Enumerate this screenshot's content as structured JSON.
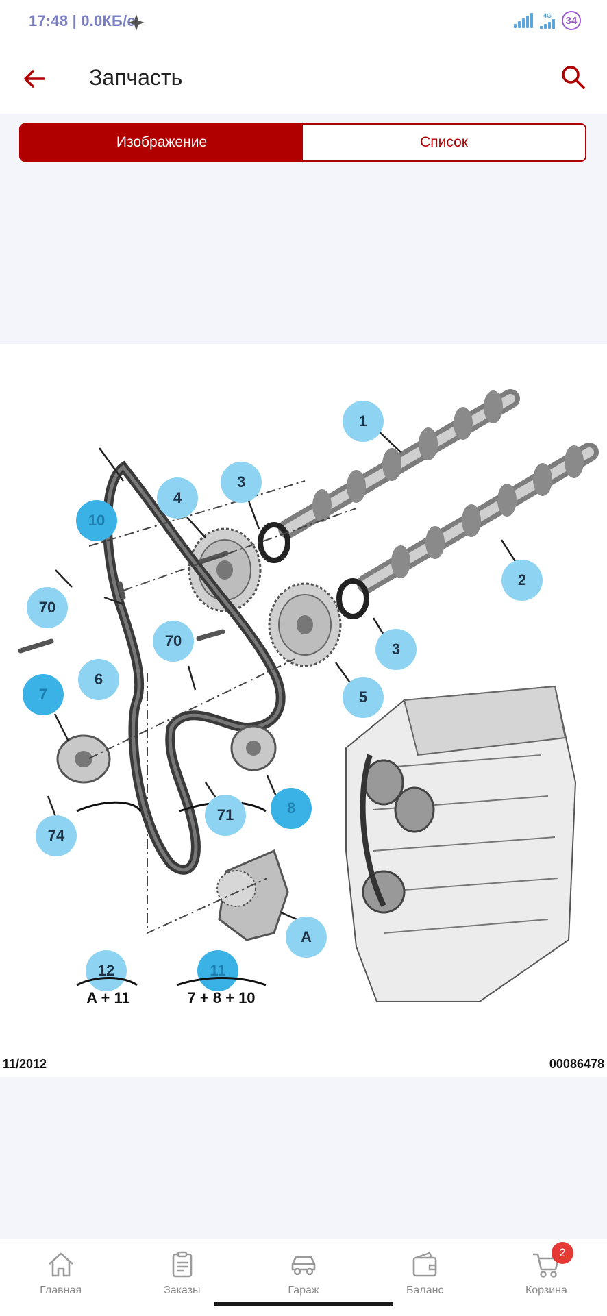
{
  "status_bar": {
    "time": "17:48 | 0.0КБ/с",
    "network_label": "4G",
    "battery": "34"
  },
  "app_bar": {
    "title": "Запчасть"
  },
  "tabs": [
    {
      "label": "Изображение",
      "active": true
    },
    {
      "label": "Список",
      "active": false
    }
  ],
  "diagram": {
    "callouts": [
      "1",
      "2",
      "3",
      "3",
      "4",
      "5",
      "6",
      "70",
      "70",
      "71",
      "74",
      "A",
      "12",
      "11",
      "7",
      "8",
      "10"
    ],
    "callout_values": {
      "c1": "1",
      "c2": "2",
      "c3a": "3",
      "c3b": "3",
      "c4": "4",
      "c5": "5",
      "c6": "6",
      "c70a": "70",
      "c70b": "70",
      "c71": "71",
      "c74": "74",
      "cA": "A",
      "c12": "12",
      "c11": "11",
      "c10": "10",
      "c7": "7",
      "c8": "8"
    },
    "kit_labels": [
      "A + 11",
      "7 + 8 + 10"
    ],
    "date_code": "11/2012",
    "part_code": "00086478"
  },
  "bottom_nav": [
    {
      "label": "Главная",
      "icon": "home-icon"
    },
    {
      "label": "Заказы",
      "icon": "clipboard-icon"
    },
    {
      "label": "Гараж",
      "icon": "car-icon"
    },
    {
      "label": "Баланс",
      "icon": "wallet-icon"
    },
    {
      "label": "Корзина",
      "icon": "cart-icon",
      "badge": "2"
    }
  ],
  "colors": {
    "accent": "#b00000",
    "callout": "#8ed3f2",
    "callout_dark": "#3ab2e6",
    "badge": "#e53935"
  }
}
